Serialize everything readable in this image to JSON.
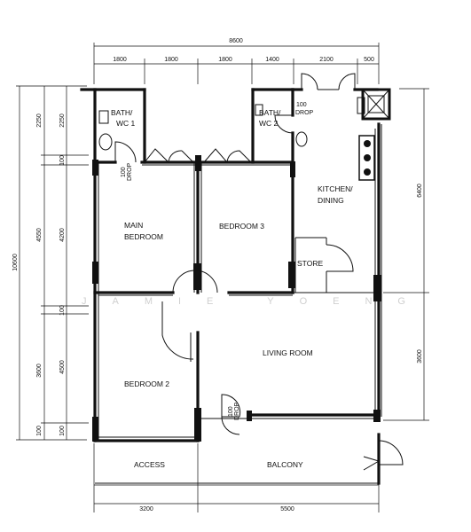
{
  "dimensions": {
    "overall_width": "8600",
    "top": [
      "1800",
      "1800",
      "1800",
      "1400",
      "2100",
      "500"
    ],
    "bottom": [
      "3200",
      "5500"
    ],
    "left_outer": "10600",
    "left_middle": [
      "2250",
      "4550",
      "3600",
      "100"
    ],
    "left_inner": [
      "2250",
      "100",
      "4200",
      "100",
      "4500",
      "100"
    ],
    "right": [
      "6400",
      "3600"
    ]
  },
  "rooms": {
    "bath_wc1_line1": "BATH/",
    "bath_wc1_line2": "WC 1",
    "bath_wc2_line1": "BATH/",
    "bath_wc2_line2": "WC 2",
    "kitchen_line1": "KITCHEN/",
    "kitchen_line2": "DINING",
    "main_bedroom_line1": "MAIN",
    "main_bedroom_line2": "BEDROOM",
    "bedroom3": "BEDROOM 3",
    "store": "STORE",
    "living_room": "LIVING ROOM",
    "bedroom2": "BEDROOM 2",
    "access": "ACCESS",
    "balcony": "BALCONY"
  },
  "annotations": {
    "drop1_a": "100",
    "drop1_b": "DROP",
    "drop2_a": "100",
    "drop2_b": "DROP",
    "drop3_a": "100",
    "drop3_b": "DROP"
  },
  "watermark": "JAMIE YOENG"
}
